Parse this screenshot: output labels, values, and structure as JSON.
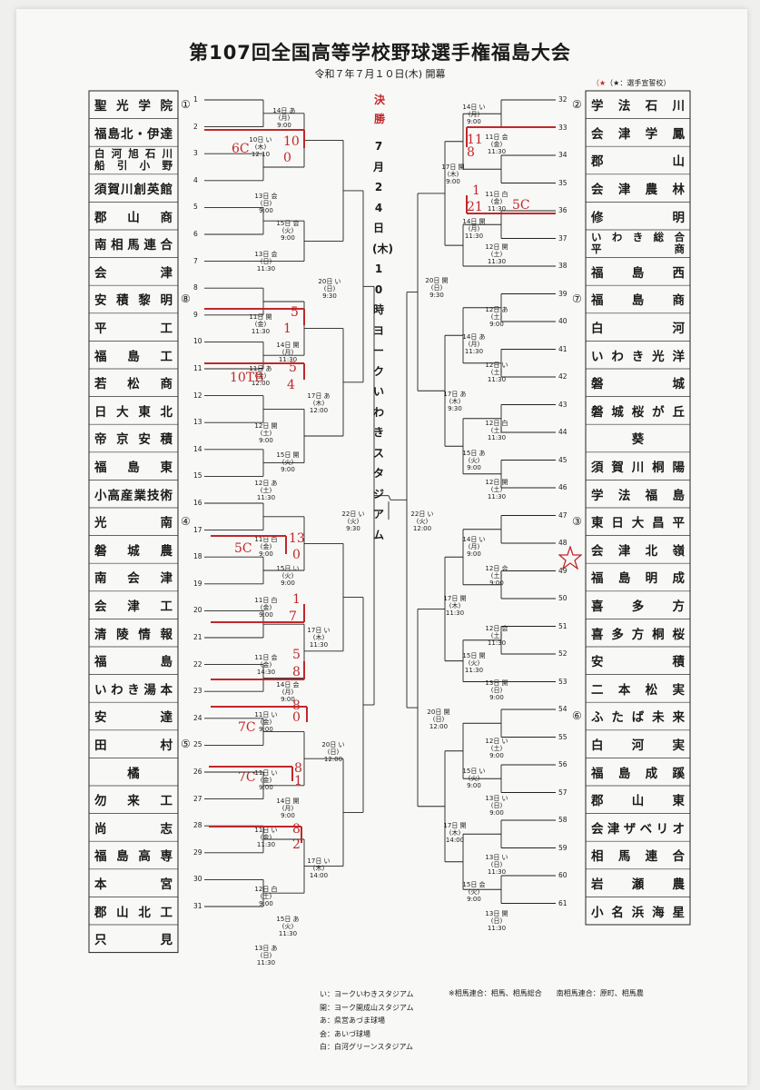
{
  "title": "第107回全国高等学校野球選手権福島大会",
  "subtitle": "令和７年７月１０日(木) 開幕",
  "seed_note": "（★：選手宣誓校）",
  "final": {
    "label": "決勝",
    "text": "7月24日(木)10時ヨークいわきスタジアム"
  },
  "left_teams": [
    "聖光学院",
    "福島北・伊達",
    "白河旭石川 船引小野",
    "須賀川創英館",
    "郡山商",
    "南相馬連合",
    "会津",
    "安積黎明",
    "平工",
    "福島工",
    "若松商",
    "日大東北",
    "帝京安積",
    "福島東",
    "小高産業技術",
    "光南",
    "磐城農",
    "南会津",
    "会津工",
    "清陵情報",
    "福島",
    "いわき湯本",
    "安達",
    "田村",
    "橘",
    "勿来工",
    "尚志",
    "福島高専",
    "本宮",
    "郡山北工",
    "只見"
  ],
  "right_teams": [
    "学法石川",
    "会津学鳳",
    "郡山",
    "会津農林",
    "修明",
    "いわき総合 平商",
    "福島西",
    "福島商",
    "白河",
    "いわき光洋",
    "磐城",
    "磐城桜が丘",
    "葵",
    "須賀川桐陽",
    "学法福島",
    "東日大昌平",
    "会津北嶺",
    "福島明成",
    "喜多方",
    "喜多方桐桜",
    "安積",
    "二本松実",
    "ふたば未来",
    "白河実",
    "福島成蹊",
    "郡山東",
    "会津ザベリオ",
    "相馬連合",
    "岩瀬農",
    "小名浜海星"
  ],
  "left_numbers": [
    "1",
    "2",
    "3",
    "4",
    "5",
    "6",
    "7",
    "8",
    "9",
    "10",
    "11",
    "12",
    "13",
    "14",
    "15",
    "16",
    "17",
    "18",
    "19",
    "20",
    "21",
    "22",
    "23",
    "24",
    "25",
    "26",
    "27",
    "28",
    "29",
    "30",
    "31"
  ],
  "right_numbers": [
    "32",
    "33",
    "34",
    "35",
    "36",
    "37",
    "38",
    "39",
    "40",
    "41",
    "42",
    "43",
    "44",
    "45",
    "46",
    "47",
    "48",
    "49",
    "50",
    "51",
    "52",
    "53",
    "54",
    "55",
    "56",
    "57",
    "58",
    "59",
    "60",
    "61"
  ],
  "seed_marks": {
    "left": [
      {
        "idx": 0,
        "mark": "①"
      },
      {
        "idx": 7,
        "mark": "⑧"
      },
      {
        "idx": 15,
        "mark": "④"
      },
      {
        "idx": 23,
        "mark": "⑤"
      }
    ],
    "right": [
      {
        "idx": 0,
        "mark": "②"
      },
      {
        "idx": 7,
        "mark": "⑦"
      },
      {
        "idx": 15,
        "mark": "③"
      },
      {
        "idx": 22,
        "mark": "⑥"
      }
    ]
  },
  "left_games": [
    {
      "day": "14日 あ",
      "dow": "(月)",
      "time": "9:00"
    },
    {
      "day": "10日 い",
      "dow": "(木)",
      "time": "12:10"
    },
    {
      "day": "13日 会",
      "dow": "(日)",
      "time": "9:00"
    },
    {
      "day": "15日 会",
      "dow": "(火)",
      "time": "9:00"
    },
    {
      "day": "13日 会",
      "dow": "(日)",
      "time": "11:30"
    },
    {
      "day": "11日 開",
      "dow": "(金)",
      "time": "11:30"
    },
    {
      "day": "14日 開",
      "dow": "(月)",
      "time": "11:30"
    },
    {
      "day": "11日 あ",
      "dow": "(金)",
      "time": "12:00"
    },
    {
      "day": "17日 あ",
      "dow": "(木)",
      "time": "12:00"
    },
    {
      "day": "20日 い",
      "dow": "(日)",
      "time": "9:30"
    },
    {
      "day": "12日 開",
      "dow": "(土)",
      "time": "9:00"
    },
    {
      "day": "15日 開",
      "dow": "(火)",
      "time": "9:00"
    },
    {
      "day": "12日 あ",
      "dow": "(土)",
      "time": "11:30"
    },
    {
      "day": "22日 い",
      "dow": "(火)",
      "time": "9:30"
    },
    {
      "day": "11日 白",
      "dow": "(金)",
      "time": "9:00"
    },
    {
      "day": "15日 い",
      "dow": "(火)",
      "time": "9:00"
    },
    {
      "day": "11日 白",
      "dow": "(金)",
      "time": "9:00"
    },
    {
      "day": "17日 い",
      "dow": "(木)",
      "time": "11:30"
    },
    {
      "day": "11日 会",
      "dow": "(金)",
      "time": "14:30"
    },
    {
      "day": "14日 会",
      "dow": "(月)",
      "time": "9:00"
    },
    {
      "day": "11日 い",
      "dow": "(金)",
      "time": "9:00"
    },
    {
      "day": "20日 い",
      "dow": "(日)",
      "time": "12:00"
    },
    {
      "day": "11日 い",
      "dow": "(金)",
      "time": "9:00"
    },
    {
      "day": "14日 開",
      "dow": "(月)",
      "time": "9:00"
    },
    {
      "day": "11日 い",
      "dow": "(金)",
      "time": "11:30"
    },
    {
      "day": "17日 い",
      "dow": "(木)",
      "time": "14:00"
    },
    {
      "day": "12日 白",
      "dow": "(土)",
      "time": "9:00"
    },
    {
      "day": "15日 あ",
      "dow": "(火)",
      "time": "11:30"
    },
    {
      "day": "13日 あ",
      "dow": "(日)",
      "time": "11:30"
    }
  ],
  "right_games": [
    {
      "day": "14日 い",
      "dow": "(月)",
      "time": "9:00"
    },
    {
      "day": "11日 会",
      "dow": "(金)",
      "time": "11:30"
    },
    {
      "day": "17日 開",
      "dow": "(木)",
      "time": "9:00"
    },
    {
      "day": "11日 白",
      "dow": "(金)",
      "time": "11:30"
    },
    {
      "day": "14日 開",
      "dow": "(月)",
      "time": "11:30"
    },
    {
      "day": "12日 開",
      "dow": "(土)",
      "time": "11:30"
    },
    {
      "day": "20日 開",
      "dow": "(日)",
      "time": "9:30"
    },
    {
      "day": "12日 あ",
      "dow": "(土)",
      "time": "9:00"
    },
    {
      "day": "14日 あ",
      "dow": "(月)",
      "time": "11:30"
    },
    {
      "day": "12日 い",
      "dow": "(土)",
      "time": "11:30"
    },
    {
      "day": "17日 あ",
      "dow": "(木)",
      "time": "9:30"
    },
    {
      "day": "12日 白",
      "dow": "(土)",
      "time": "11:30"
    },
    {
      "day": "15日 あ",
      "dow": "(火)",
      "time": "9:00"
    },
    {
      "day": "12日 開",
      "dow": "(土)",
      "time": "11:30"
    },
    {
      "day": "22日 い",
      "dow": "(火)",
      "time": "12:00"
    },
    {
      "day": "14日 い",
      "dow": "(月)",
      "time": "9:00"
    },
    {
      "day": "12日 会",
      "dow": "(土)",
      "time": "9:00"
    },
    {
      "day": "17日 開",
      "dow": "(木)",
      "time": "11:30"
    },
    {
      "day": "12日 会",
      "dow": "(土)",
      "time": "11:30"
    },
    {
      "day": "15日 開",
      "dow": "(火)",
      "time": "11:30"
    },
    {
      "day": "13日 開",
      "dow": "(日)",
      "time": "9:00"
    },
    {
      "day": "20日 開",
      "dow": "(日)",
      "time": "12:00"
    },
    {
      "day": "12日 い",
      "dow": "(土)",
      "time": "9:00"
    },
    {
      "day": "15日 い",
      "dow": "(火)",
      "time": "9:00"
    },
    {
      "day": "13日 い",
      "dow": "(日)",
      "time": "9:00"
    },
    {
      "day": "17日 開",
      "dow": "(木)",
      "time": "14:00"
    },
    {
      "day": "13日 い",
      "dow": "(日)",
      "time": "11:30"
    },
    {
      "day": "15日 会",
      "dow": "(火)",
      "time": "9:00"
    },
    {
      "day": "13日 開",
      "dow": "(日)",
      "time": "11:30"
    }
  ],
  "handwritten": [
    {
      "text": "10"
    },
    {
      "text": "0"
    },
    {
      "text": "6C"
    },
    {
      "text": "5"
    },
    {
      "text": "1"
    },
    {
      "text": "5"
    },
    {
      "text": "4"
    },
    {
      "text": "10TB"
    },
    {
      "text": "13"
    },
    {
      "text": "0"
    },
    {
      "text": "5C"
    },
    {
      "text": "1"
    },
    {
      "text": "7"
    },
    {
      "text": "5"
    },
    {
      "text": "8"
    },
    {
      "text": "8"
    },
    {
      "text": "0"
    },
    {
      "text": "7C"
    },
    {
      "text": "8"
    },
    {
      "text": "1"
    },
    {
      "text": "7C"
    },
    {
      "text": "8"
    },
    {
      "text": "2"
    },
    {
      "text": "11"
    },
    {
      "text": "8"
    },
    {
      "text": "1"
    },
    {
      "text": "21"
    },
    {
      "text": "5C"
    }
  ],
  "legend": [
    "い：ヨークいわきスタジアム",
    "開：ヨーク開成山スタジアム",
    "あ：県営あづま球場",
    "会：あいづ球場",
    "白：白河グリーンスタジアム"
  ],
  "notes": "※相馬連合：相馬、相馬総合　　南相馬連合：原町、相馬農",
  "colors": {
    "ink": "#1a1a1a",
    "red_pen": "#c0282a",
    "paper": "#f8f8f6"
  }
}
